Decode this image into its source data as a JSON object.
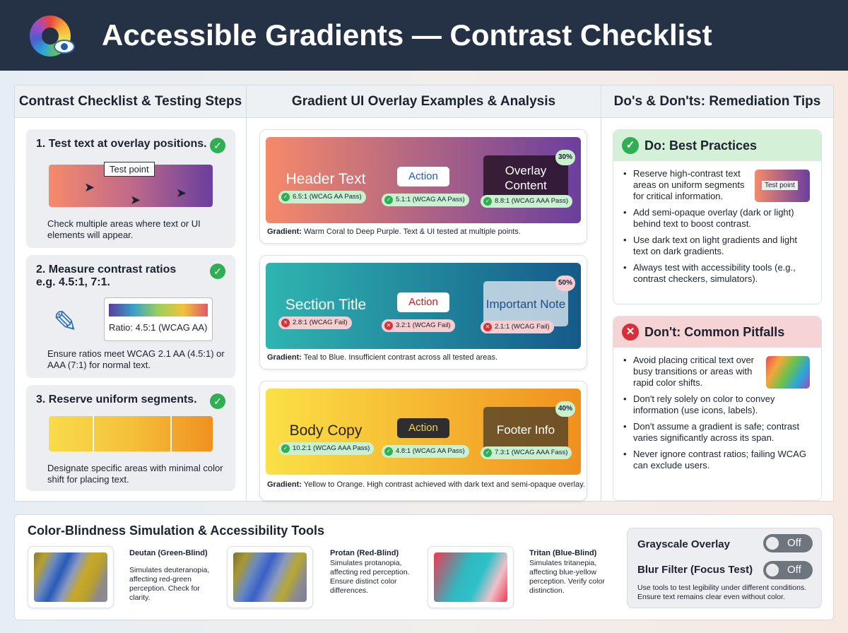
{
  "header": {
    "title": "Accessible Gradients — Contrast Checklist",
    "logo_icon": "color-wheel-eye-icon"
  },
  "left": {
    "title": "Contrast Checklist & Testing Steps",
    "steps": [
      {
        "title": "1. Test text at overlay positions.",
        "tooltip": "Test point",
        "desc": "Check multiple areas where text or UI elements will appear."
      },
      {
        "title": "2. Measure contrast ratios e.g. 4.5:1, 7:1.",
        "ratio": "Ratio: 4.5:1 (WCAG AA)",
        "desc": "Ensure ratios meet WCAG 2.1 AA (4.5:1) or AAA (7:1) for normal text."
      },
      {
        "title": "3. Reserve uniform segments.",
        "desc": "Designate specific areas with minimal color shift for placing text."
      }
    ]
  },
  "middle": {
    "title": "Gradient UI Overlay Examples & Analysis",
    "examples": [
      {
        "text": "Header Text",
        "text_badge": "6.5:1 (WCAG AA Pass)",
        "button": "Action",
        "button_badge": "5.1:1 (WCAG AA Pass)",
        "overlay": "Overlay Content",
        "overlay_badge": "8.8:1 (WCAG AAA Pass)",
        "opacity": "30%",
        "caption_label": "Gradient:",
        "caption": " Warm Coral to Deep Purple. Text & UI tested at multiple points.",
        "colors": [
          "#f58a6a",
          "#6a3f9e"
        ]
      },
      {
        "text": "Section Title",
        "text_badge": "2.8:1 (WCAG Fail)",
        "button": "Action",
        "button_badge": "3.2:1 (WCAG Fail)",
        "overlay": "Important Note",
        "overlay_badge": "2.1:1 (WCAG Fail)",
        "opacity": "50%",
        "caption_label": "Gradient:",
        "caption": " Teal to Blue. Insufficient contrast across all tested areas.",
        "colors": [
          "#2fb5b0",
          "#155a8a"
        ]
      },
      {
        "text": "Body Copy",
        "text_badge": "10.2:1 (WCAG AAA Pass)",
        "button": "Action",
        "button_badge": "4.8:1 (WCAG AA Pass)",
        "overlay": "Footer Info",
        "overlay_badge": "7.3:1 (WCAG AAA Fass)",
        "opacity": "40%",
        "caption_label": "Gradient:",
        "caption": " Yellow to Orange. High contrast achieved with dark text and semi-opaque overlay.",
        "colors": [
          "#fbe046",
          "#f0901e"
        ]
      }
    ]
  },
  "right": {
    "title": "Do's & Don'ts: Remediation Tips",
    "do": {
      "title": "Do: Best Practices",
      "thumb": "Test point",
      "items": [
        "Reserve high-contrast text areas on uniform segments for critical information.",
        "Add semi-opaque overlay (dark or light) behind text to boost contrast.",
        "Use dark text on light gradients and light text on dark gradients.",
        "Always test with accessibility tools (e.g., contrast checkers, simulators)."
      ]
    },
    "dont": {
      "title": "Don't: Common Pitfalls",
      "items": [
        "Avoid placing critical text over busy transitions or areas with rapid color shifts.",
        "Don't rely solely on color to convey information (use icons, labels).",
        "Don't assume a gradient is safe; contrast varies significantly across its span.",
        "Never ignore contrast ratios; failing WCAG can exclude users."
      ]
    }
  },
  "bottom": {
    "title": "Color-Blindness Simulation & Accessibility Tools",
    "sims": [
      {
        "title": "Deutan (Green-Blind)",
        "desc": "Simulates deuteranopia, affecting red-green perception. Check for clarity."
      },
      {
        "title": "Protan (Red-Blind)",
        "desc": "Simulates protanopia, affecting red perception. Ensure distinct color differences."
      },
      {
        "title": "Tritan (Blue-Blind)",
        "desc": "Simulates tritanepia, affecting blue-yellow perception. Verify color distinction."
      }
    ],
    "tools": {
      "grayscale": "Grayscale Overlay",
      "grayscale_state": "Off",
      "blur": "Blur Filter (Focus Test)",
      "blur_state": "Off",
      "note": "Use tools to test legibility under different conditions. Ensure text remains clear even without color."
    }
  }
}
